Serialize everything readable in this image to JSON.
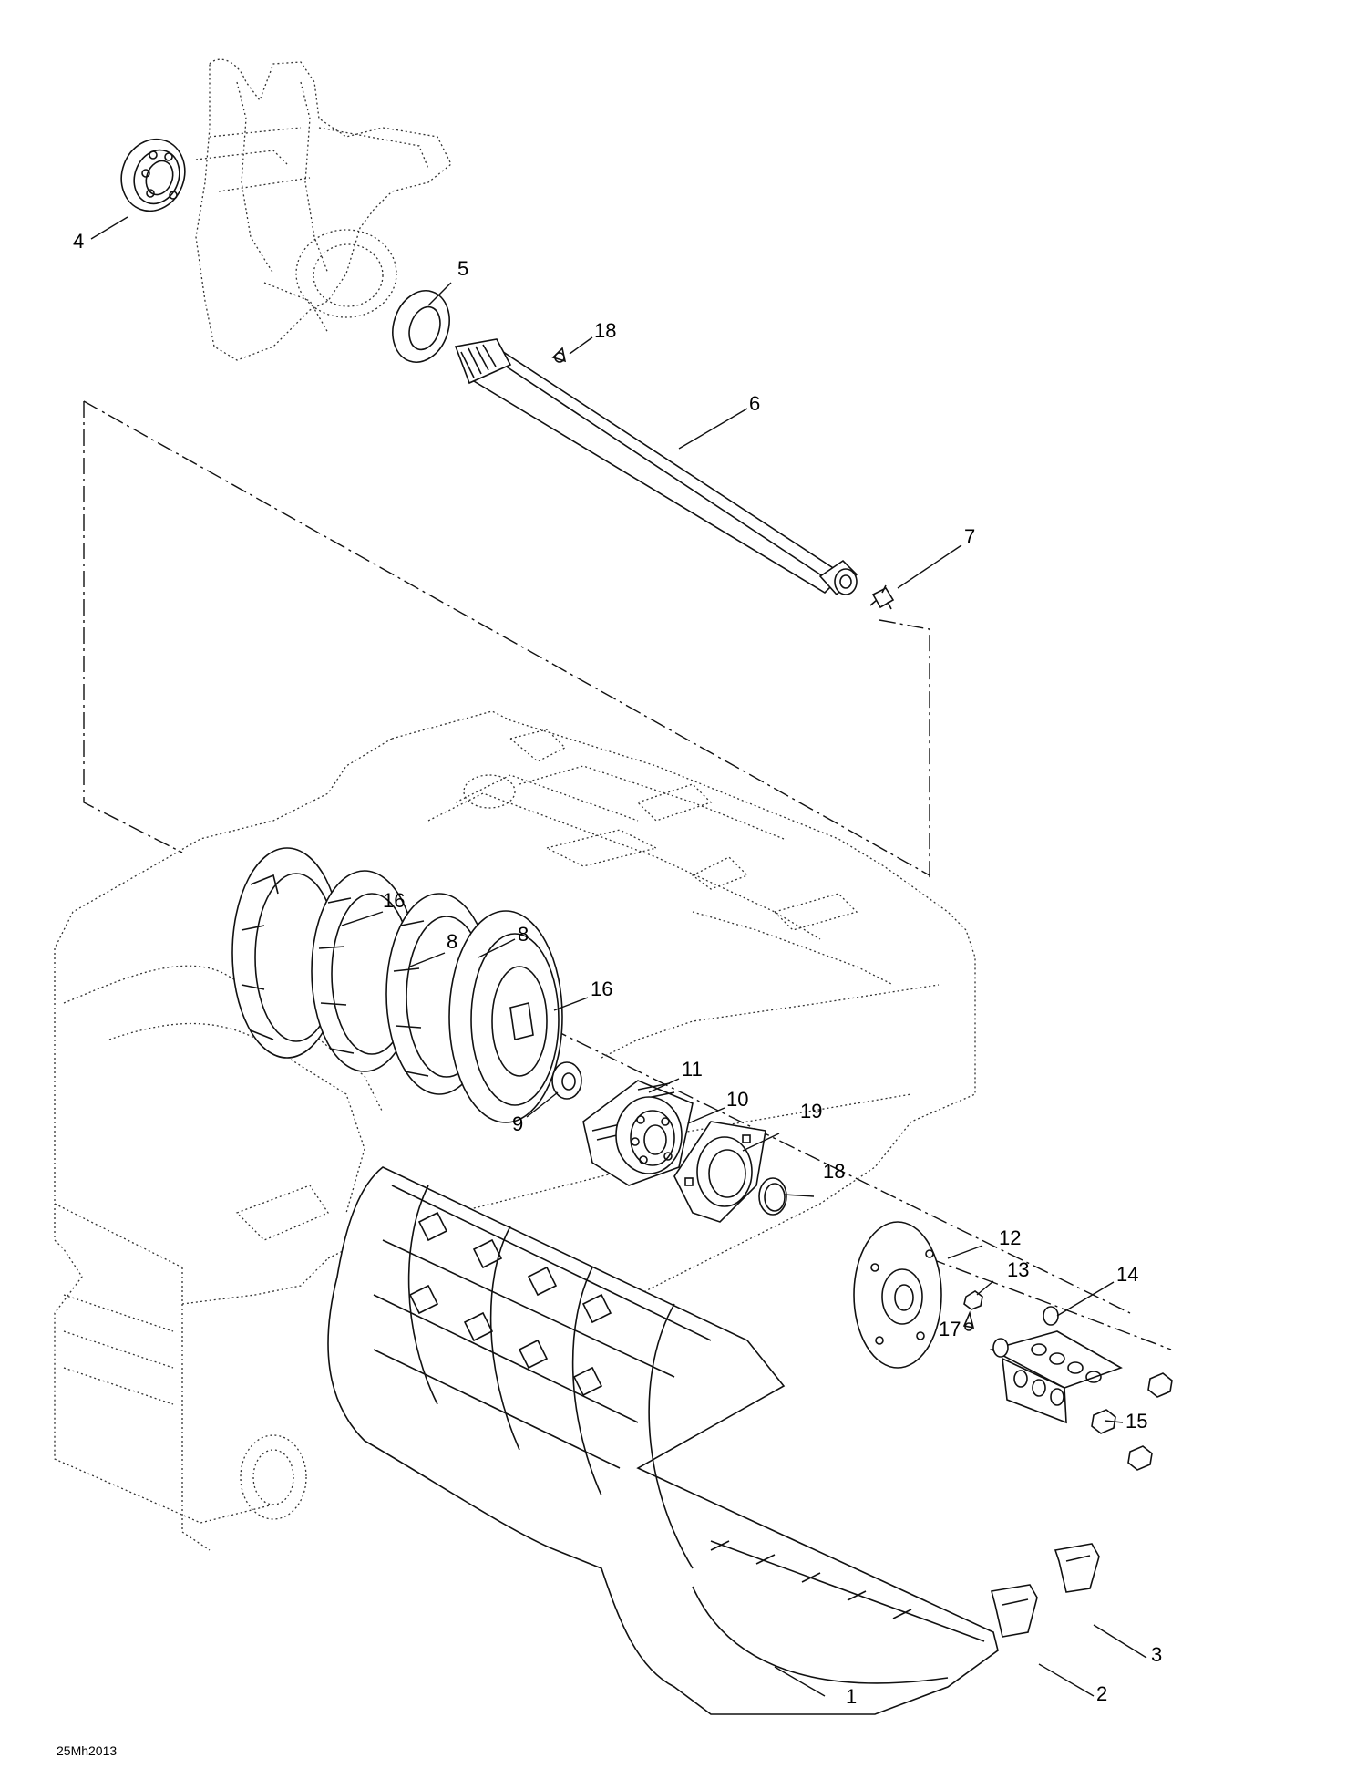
{
  "diagram": {
    "reference_code": "25Mh2013",
    "callouts": [
      {
        "id": "c1",
        "label": "1"
      },
      {
        "id": "c2",
        "label": "2"
      },
      {
        "id": "c3",
        "label": "3"
      },
      {
        "id": "c4",
        "label": "4"
      },
      {
        "id": "c5",
        "label": "5"
      },
      {
        "id": "c6",
        "label": "6"
      },
      {
        "id": "c7",
        "label": "7"
      },
      {
        "id": "c8a",
        "label": "8"
      },
      {
        "id": "c8b",
        "label": "8"
      },
      {
        "id": "c9",
        "label": "9"
      },
      {
        "id": "c10",
        "label": "10"
      },
      {
        "id": "c11",
        "label": "11"
      },
      {
        "id": "c12",
        "label": "12"
      },
      {
        "id": "c13",
        "label": "13"
      },
      {
        "id": "c14",
        "label": "14"
      },
      {
        "id": "c15",
        "label": "15"
      },
      {
        "id": "c16a",
        "label": "16"
      },
      {
        "id": "c16b",
        "label": "16"
      },
      {
        "id": "c17",
        "label": "17"
      },
      {
        "id": "c18a",
        "label": "18"
      },
      {
        "id": "c18b",
        "label": "18"
      },
      {
        "id": "c19",
        "label": "19"
      }
    ]
  }
}
